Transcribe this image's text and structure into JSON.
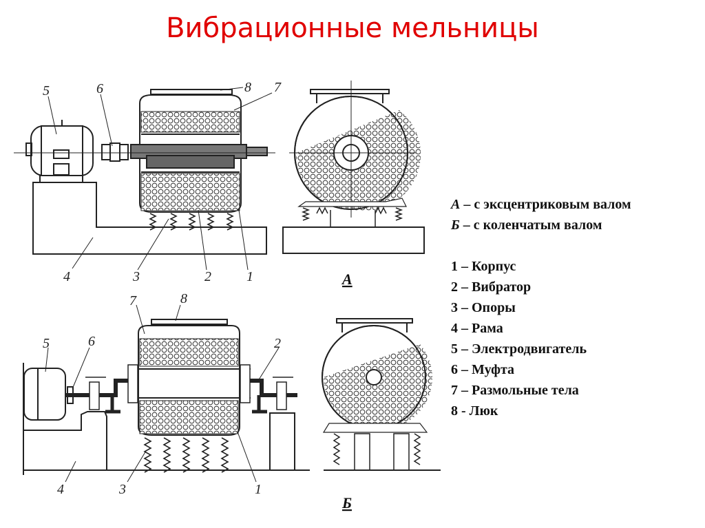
{
  "title": "Вибрационные мельницы",
  "variants": [
    {
      "letter": "А",
      "text": " – с эксцентриковым валом"
    },
    {
      "letter": "Б",
      "text": " – с коленчатым валом"
    }
  ],
  "parts": [
    "1 – Корпус",
    "2 – Вибратор",
    "3 – Опоры",
    "4 – Рама",
    "5 – Электродвигатель",
    "6 – Муфта",
    "7 – Размольные тела",
    "8 - Люк"
  ],
  "diagram_a": {
    "caption": "А",
    "labels": {
      "n1": "1",
      "n2": "2",
      "n3": "3",
      "n4": "4",
      "n5": "5",
      "n6": "6",
      "n7": "7",
      "n8": "8"
    }
  },
  "diagram_b": {
    "caption": "Б",
    "labels": {
      "n1": "1",
      "n2": "2",
      "n3": "3",
      "n4": "4",
      "n5": "5",
      "n6": "6",
      "n7": "7",
      "n8": "8"
    }
  }
}
